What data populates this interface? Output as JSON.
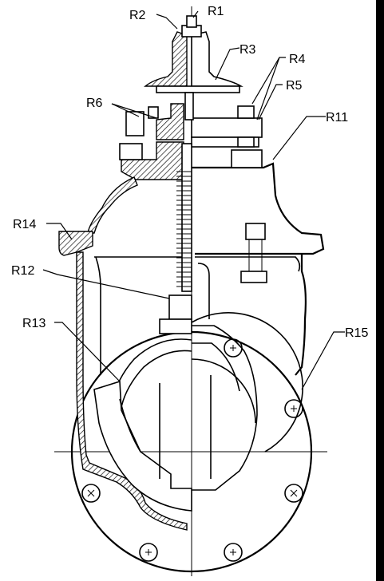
{
  "labels": {
    "r1": "R1",
    "r2": "R2",
    "r3": "R3",
    "r4": "R4",
    "r5": "R5",
    "r6": "R6",
    "r11": "R11",
    "r12": "R12",
    "r13": "R13",
    "r14": "R14",
    "r15": "R15"
  },
  "colors": {
    "line": "#000000",
    "background": "#ffffff",
    "right_edge_bar": "#000000"
  }
}
